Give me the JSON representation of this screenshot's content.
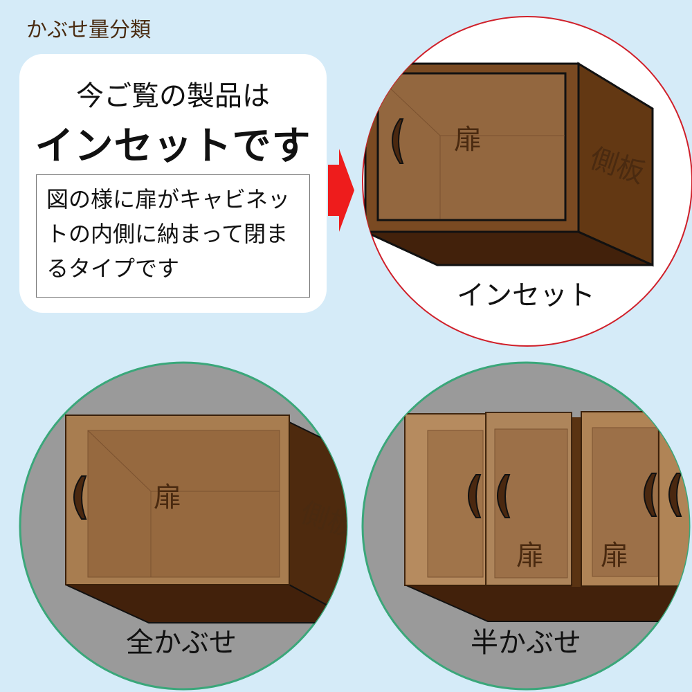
{
  "title": "かぶせ量分類",
  "card": {
    "line1": "今ご覧の製品は",
    "line2": "インセットです",
    "description": "図の様に扉がキャビネットの内側に納まって閉まるタイプです"
  },
  "diagrams": {
    "inset": {
      "label": "インセット",
      "door": "扉",
      "side": "側板",
      "ring_color": "#d0202a"
    },
    "full_overlay": {
      "label": "全かぶせ",
      "door": "扉",
      "side": "側板",
      "ring_color": "#3aa77a"
    },
    "half_overlay": {
      "label": "半かぶせ",
      "door": "扉",
      "ring_color": "#3aa77a"
    }
  },
  "colors": {
    "background": "#d5ebf8",
    "arrow": "#ee1c1c",
    "wood_front": "#8a5a2b",
    "wood_dark": "#42210b",
    "gray_wall": "#9a9a9a"
  }
}
